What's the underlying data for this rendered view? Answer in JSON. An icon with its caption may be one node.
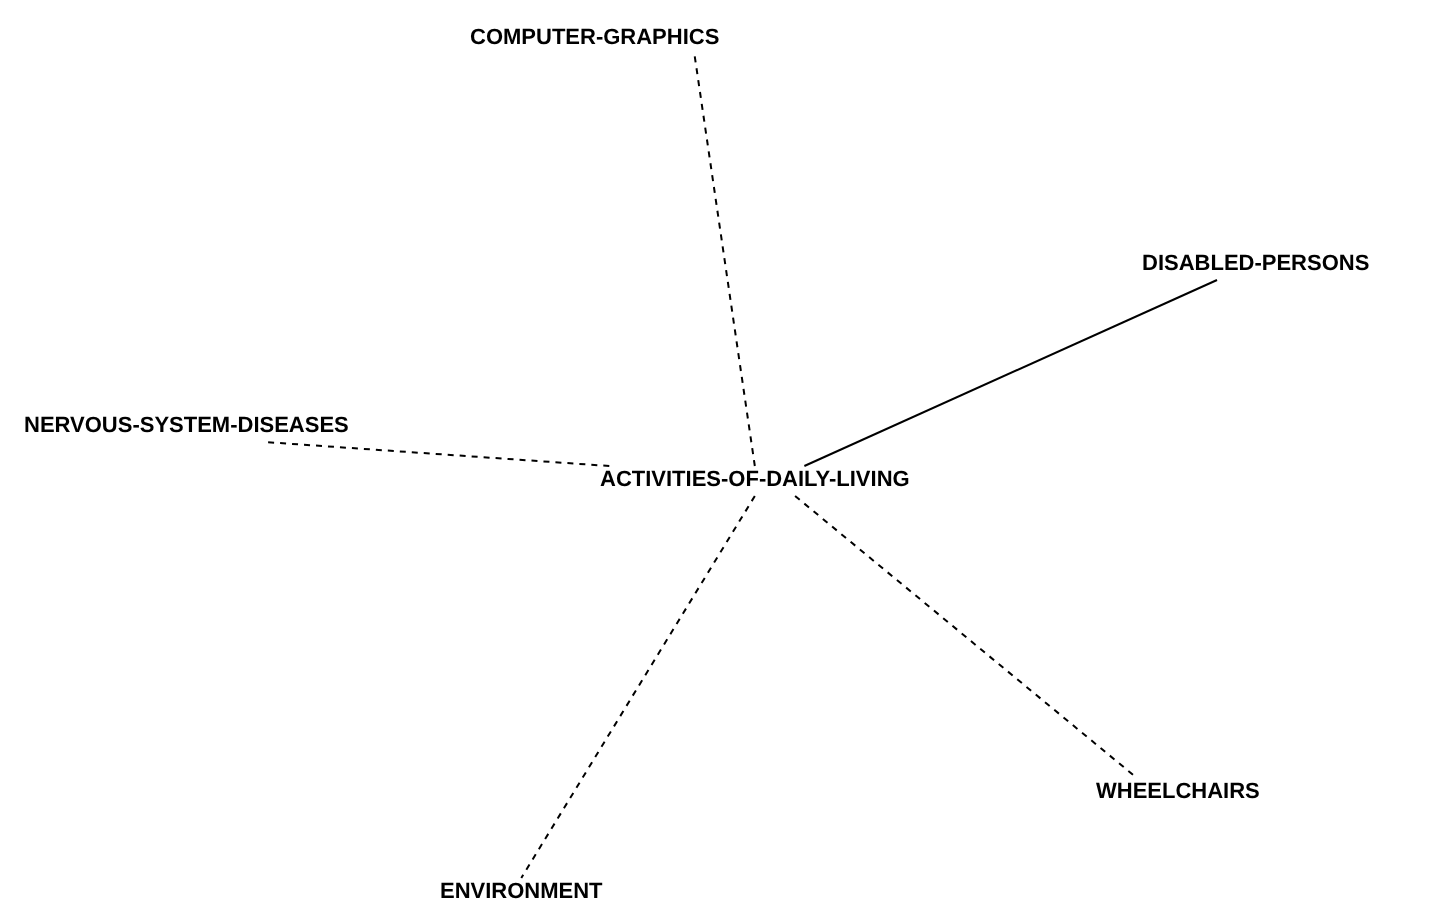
{
  "diagram": {
    "nodes": [
      {
        "text": [
          "ACTIVITIES-OF-DAILY-LIVING"
        ]
      },
      {
        "text": [
          "COMPUTER-GRAPHICS"
        ]
      },
      {
        "text": [
          "DISABLED-PERSONS"
        ]
      },
      {
        "text": [
          "NERVOUS-SYSTEM-DISEASES"
        ]
      },
      {
        "text": [
          "WHEELCHAIRS"
        ]
      },
      {
        "text": [
          "ENVIRONMENT"
        ]
      }
    ],
    "edges": [
      {
        "from": 0,
        "to": 1,
        "arrow": "none",
        "style": "dashed"
      },
      {
        "from": 0,
        "to": 2,
        "arrow": "none"
      },
      {
        "from": 0,
        "to": 3,
        "arrow": "none",
        "style": "dashed"
      },
      {
        "from": 0,
        "to": 4,
        "arrow": "none",
        "style": "dashed"
      },
      {
        "from": 0,
        "to": 5,
        "arrow": "none",
        "style": "dashed"
      }
    ]
  }
}
